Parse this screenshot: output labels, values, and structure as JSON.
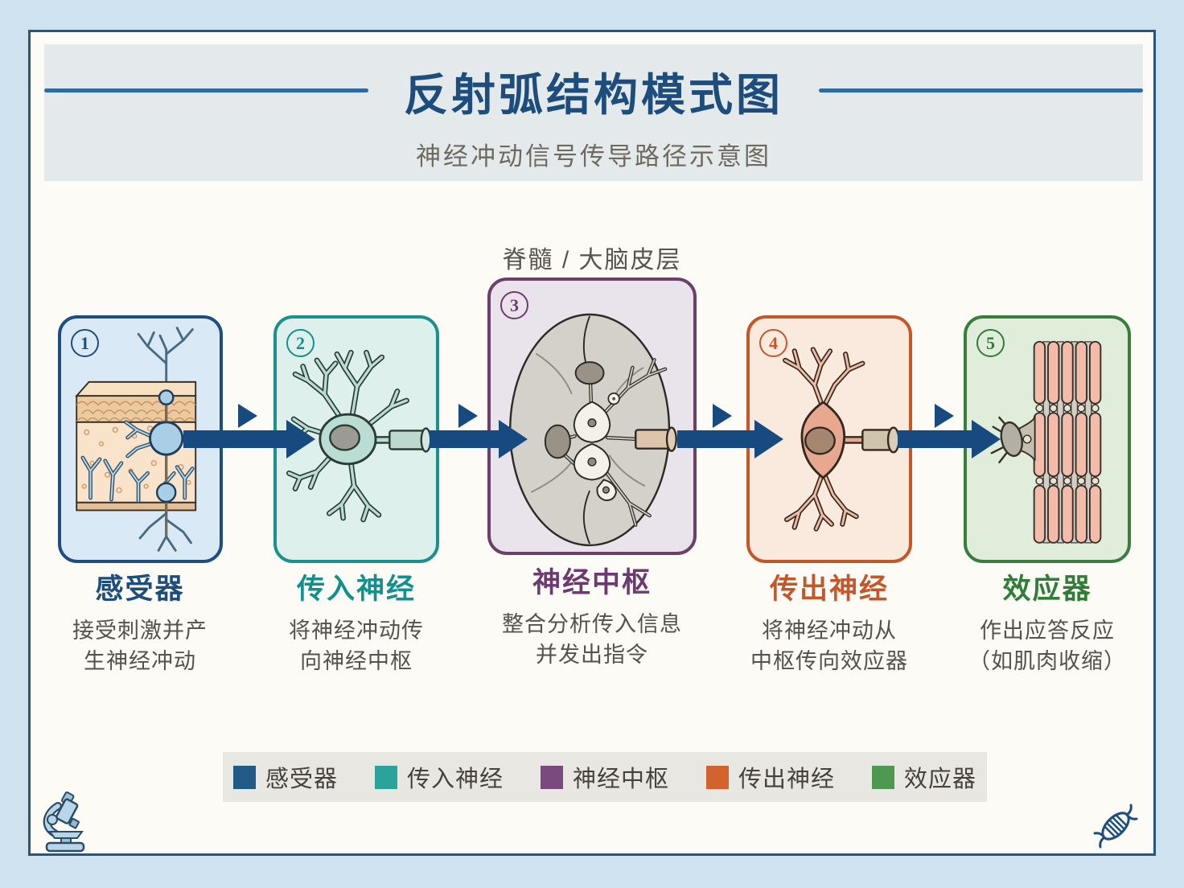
{
  "header": {
    "title": "反射弧结构模式图",
    "subtitle": "神经冲动信号传导路径示意图"
  },
  "cns_label": "脊髓 / 大脑皮层",
  "stages": [
    {
      "number": "1",
      "name": "感受器",
      "desc": [
        "接受刺激并产",
        "生神经冲动"
      ],
      "accent": "#1d4e7e",
      "border": "#1d4e7e",
      "fill": "#d9e9f6"
    },
    {
      "number": "2",
      "name": "传入神经",
      "desc": [
        "将神经冲动传",
        "向神经中枢"
      ],
      "accent": "#12908e",
      "border": "#1a918c",
      "fill": "#ddf0ec"
    },
    {
      "number": "3",
      "name": "神经中枢",
      "desc": [
        "整合分析传入信息",
        "并发出指令"
      ],
      "accent": "#6d3a70",
      "border": "#6e3f68",
      "fill": "#e9e3ec"
    },
    {
      "number": "4",
      "name": "传出神经",
      "desc": [
        "将神经冲动从",
        "中枢传向效应器"
      ],
      "accent": "#c4572a",
      "border": "#c4572a",
      "fill": "#faeadd"
    },
    {
      "number": "5",
      "name": "效应器",
      "desc": [
        "作出应答反应",
        "（如肌肉收缩）"
      ],
      "accent": "#2f7d36",
      "border": "#3a7d3f",
      "fill": "#dfedda"
    }
  ],
  "legend": {
    "items": [
      {
        "label": "感受器",
        "color": "#205a87"
      },
      {
        "label": "传入神经",
        "color": "#2aa39a"
      },
      {
        "label": "神经中枢",
        "color": "#7a4a7e"
      },
      {
        "label": "传出神经",
        "color": "#d2632e"
      },
      {
        "label": "效应器",
        "color": "#4e9851"
      }
    ]
  },
  "icons": {
    "bottom_left": "microscope-icon",
    "bottom_right": "dna-icon"
  },
  "colors": {
    "arrow": "#174b80",
    "title": "#1c4d7d",
    "page_bg": "#cfe2ef",
    "panel_border": "#27557e"
  }
}
